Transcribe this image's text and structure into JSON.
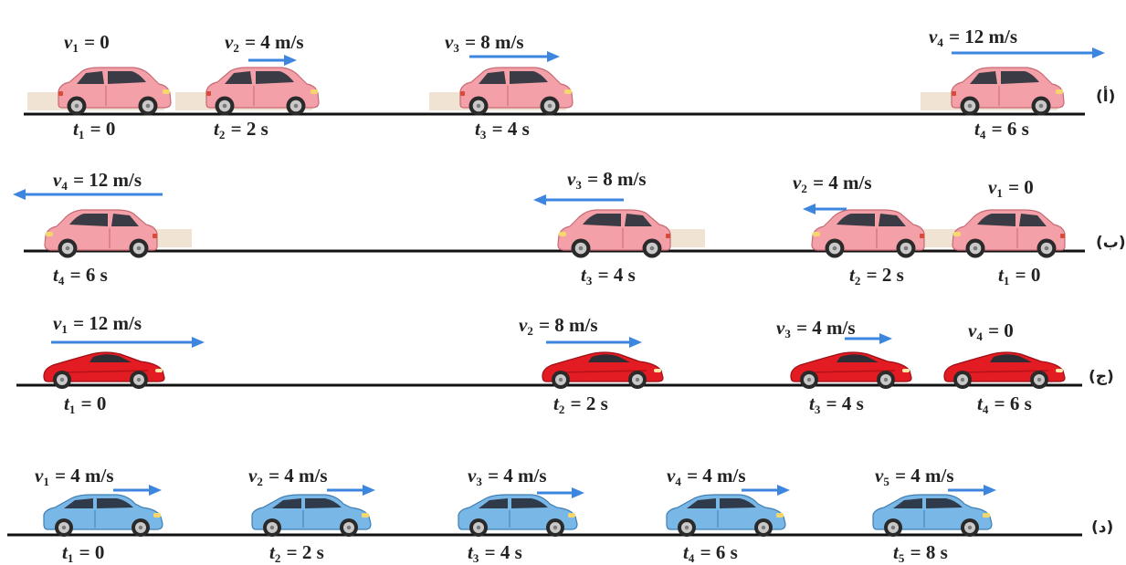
{
  "colors": {
    "pink_car": "#f4a0a8",
    "red_car": "#e31b23",
    "blue_car": "#79b7e6",
    "arrow": "#3d86e0",
    "road": "#111111",
    "dust": "#ecd9c4"
  },
  "rows": [
    {
      "tag": "(أ)",
      "car": "pink",
      "direction": "right",
      "items": [
        {
          "v_sym": "v",
          "v_sub": "1",
          "v_val": "0",
          "t_sym": "t",
          "t_sub": "1",
          "t_val": "0"
        },
        {
          "v_sym": "v",
          "v_sub": "2",
          "v_val": "4 m/s",
          "t_sym": "t",
          "t_sub": "2",
          "t_val": "2 s"
        },
        {
          "v_sym": "v",
          "v_sub": "3",
          "v_val": "8 m/s",
          "t_sym": "t",
          "t_sub": "3",
          "t_val": "4 s"
        },
        {
          "v_sym": "v",
          "v_sub": "4",
          "v_val": "12 m/s",
          "t_sym": "t",
          "t_sub": "4",
          "t_val": "6 s"
        }
      ]
    },
    {
      "tag": "(ب)",
      "car": "pink",
      "direction": "left",
      "items": [
        {
          "v_sym": "v",
          "v_sub": "4",
          "v_val": "12 m/s",
          "t_sym": "t",
          "t_sub": "4",
          "t_val": "6 s"
        },
        {
          "v_sym": "v",
          "v_sub": "3",
          "v_val": "8 m/s",
          "t_sym": "t",
          "t_sub": "3",
          "t_val": "4 s"
        },
        {
          "v_sym": "v",
          "v_sub": "2",
          "v_val": "4 m/s",
          "t_sym": "t",
          "t_sub": "2",
          "t_val": "2 s"
        },
        {
          "v_sym": "v",
          "v_sub": "1",
          "v_val": "0",
          "t_sym": "t",
          "t_sub": "1",
          "t_val": "0"
        }
      ]
    },
    {
      "tag": "(ج)",
      "car": "red",
      "direction": "right",
      "items": [
        {
          "v_sym": "v",
          "v_sub": "1",
          "v_val": "12 m/s",
          "t_sym": "t",
          "t_sub": "1",
          "t_val": "0"
        },
        {
          "v_sym": "v",
          "v_sub": "2",
          "v_val": "8 m/s",
          "t_sym": "t",
          "t_sub": "2",
          "t_val": "2 s"
        },
        {
          "v_sym": "v",
          "v_sub": "3",
          "v_val": "4 m/s",
          "t_sym": "t",
          "t_sub": "3",
          "t_val": "4 s"
        },
        {
          "v_sym": "v",
          "v_sub": "4",
          "v_val": "0",
          "t_sym": "t",
          "t_sub": "4",
          "t_val": "6 s"
        }
      ]
    },
    {
      "tag": "(د)",
      "car": "blue",
      "direction": "right",
      "items": [
        {
          "v_sym": "v",
          "v_sub": "1",
          "v_val": "4 m/s",
          "t_sym": "t",
          "t_sub": "1",
          "t_val": "0"
        },
        {
          "v_sym": "v",
          "v_sub": "2",
          "v_val": "4 m/s",
          "t_sym": "t",
          "t_sub": "2",
          "t_val": "2 s"
        },
        {
          "v_sym": "v",
          "v_sub": "3",
          "v_val": "4 m/s",
          "t_sym": "t",
          "t_sub": "3",
          "t_val": "4 s"
        },
        {
          "v_sym": "v",
          "v_sub": "4",
          "v_val": "4 m/s",
          "t_sym": "t",
          "t_sub": "4",
          "t_val": "6 s"
        },
        {
          "v_sym": "v",
          "v_sub": "5",
          "v_val": "4 m/s",
          "t_sym": "t",
          "t_sub": "5",
          "t_val": "8 s"
        }
      ]
    }
  ]
}
